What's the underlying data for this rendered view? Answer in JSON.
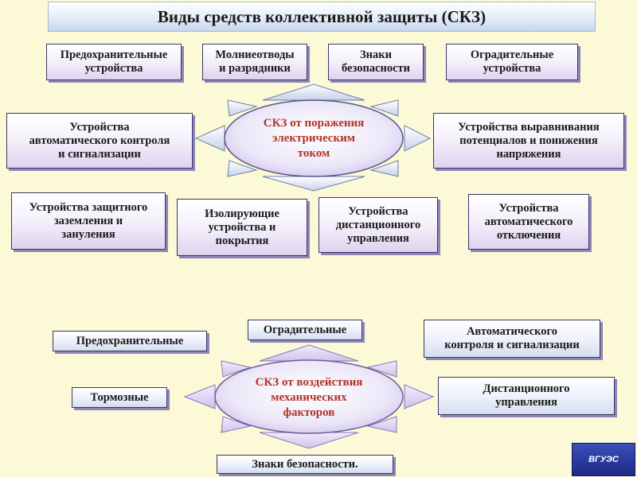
{
  "title": "Виды средств коллективной защиты (СКЗ)",
  "electric": {
    "hub": "СКЗ от поражения\nэлектрическим\nтоком",
    "items": [
      "Предохранительные\nустройства",
      "Молниеотводы\nи разрядники",
      "Знаки\nбезопасности",
      "Оградительные\nустройства",
      "Устройства\nавтоматического контроля\nи сигнализации",
      "Устройства выравнивания\nпотенциалов и понижения\nнапряжения",
      "Устройства защитного\nзаземления и\nзануления",
      "Изолирующие\nустройства и\nпокрытия",
      "Устройства\nдистанционного\nуправления",
      "Устройства\nавтоматического\nотключения"
    ]
  },
  "mechanical": {
    "hub": "СКЗ от воздействия\nмеханических\nфакторов",
    "items": [
      "Оградительные",
      "Предохранительные",
      "Автоматического\nконтроля и сигнализации",
      "Тормозные",
      "Дистанционного\nуправления",
      "Знаки безопасности."
    ]
  },
  "logo": {
    "text": "ВГУЭС"
  },
  "colors": {
    "background": "#fbf9d6",
    "hub_text": "#b23328",
    "box_border": "#3c3568",
    "hub_fill": "#dcd5f2"
  }
}
